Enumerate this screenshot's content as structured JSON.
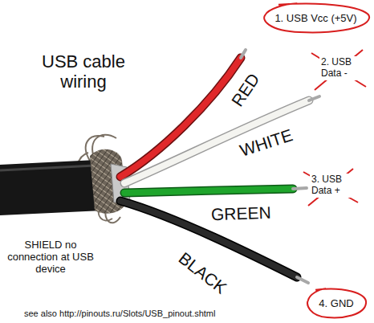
{
  "diagram": {
    "title": "USB cable wiring",
    "nodes": [
      {
        "text": [
          "1. USB Vcc (+5V)"
        ]
      },
      {
        "text": [
          "4. GND"
        ]
      }
    ],
    "labels": [
      "RED",
      "WHITE",
      "GREEN",
      "BLACK",
      "2. USB Data -",
      "3. USB Data +",
      "SHIELD no connection at USB device",
      "see also http://pinouts.ru/Slots/USB_pinout.shtml"
    ]
  }
}
